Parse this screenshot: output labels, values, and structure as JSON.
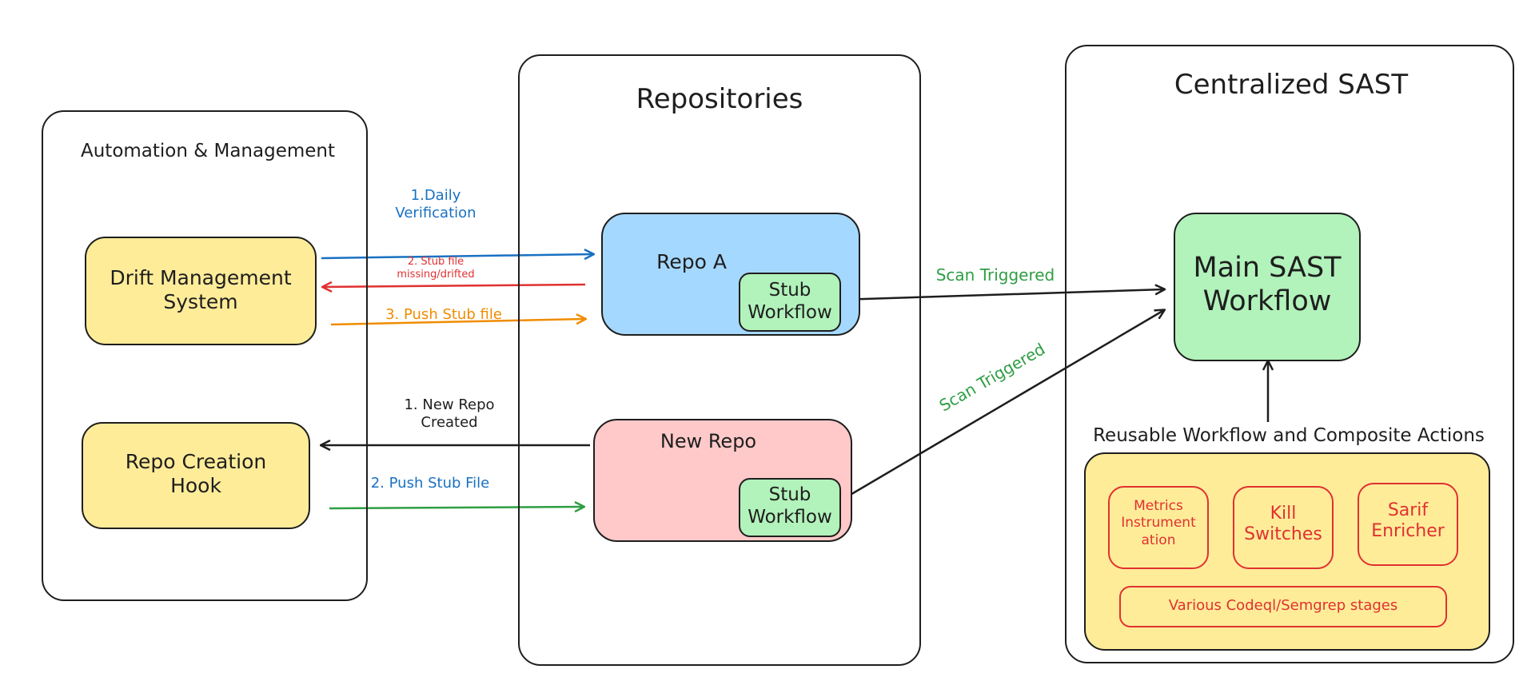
{
  "colors": {
    "stroke": "#1e1e1e",
    "yellow_fill": "#ffec99",
    "blue_fill": "#a5d8ff",
    "pink_fill": "#ffc9c9",
    "green_fill": "#b2f2bb",
    "red": "#e03131",
    "green": "#2f9e44",
    "blue": "#1971c2",
    "orange": "#f08c00"
  },
  "groups": {
    "automation": {
      "title": "Automation & Management"
    },
    "repositories": {
      "title": "Repositories"
    },
    "central": {
      "title": "Centralized SAST"
    }
  },
  "nodes": {
    "drift": "Drift Management\nSystem",
    "hook": "Repo Creation\nHook",
    "repo_a": "Repo A",
    "stub_a": "Stub\nWorkflow",
    "new_repo": "New Repo",
    "stub_new": "Stub\nWorkflow",
    "main_sast": "Main SAST\nWorkflow",
    "reusable_title": "Reusable Workflow and Composite Actions",
    "metrics": "Metrics\nInstrument\nation",
    "kill": "Kill\nSwitches",
    "sarif": "Sarif\nEnricher",
    "stages": "Various Codeql/Semgrep stages"
  },
  "edges": {
    "daily": "1.Daily\nVerification",
    "stub_missing": "2. Stub file\nmissing/drifted",
    "push_stub_file": "3. Push Stub file",
    "new_repo_created": "1. New Repo\nCreated",
    "push_stub_file_2": "2. Push Stub File",
    "scan_triggered_1": "Scan Triggered",
    "scan_triggered_2": "Scan Triggered"
  }
}
